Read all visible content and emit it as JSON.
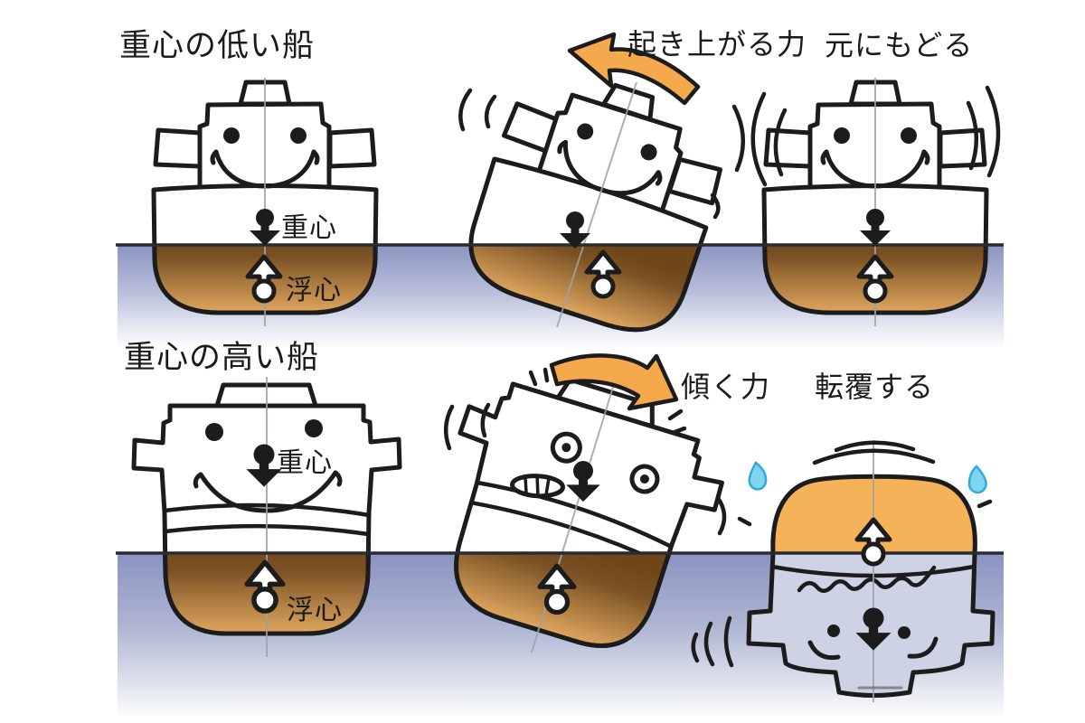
{
  "figure": {
    "rows": [
      {
        "title": "重心の低い船",
        "force_label": "起き上がる力",
        "result_label": "元にもどる",
        "cg_label": "重心",
        "cb_label": "浮心"
      },
      {
        "title": "重心の高い船",
        "force_label": "傾く力",
        "result_label": "転覆する",
        "cg_label": "重心",
        "cb_label": "浮心"
      }
    ],
    "colors": {
      "water_top": "#8A93C1",
      "water_fade": "#FDFDFE",
      "submerged_hull_dark": "#7A5124",
      "submerged_hull_light": "#DFA65E",
      "force_arrow_orange": "#F4AA4C",
      "capsized_hull_orange": "#F6B259",
      "splash_blue": "#7DD5F2",
      "splash_edge_blue": "#36A9DA",
      "outline_black": "#1C1C1C",
      "axis_gray": "#9CA3A8",
      "text_black": "#1B1B1B"
    }
  }
}
